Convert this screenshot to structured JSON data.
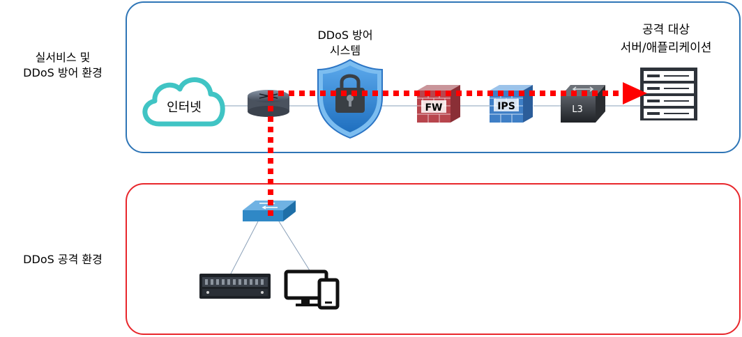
{
  "zones": {
    "real_service_label": [
      "실서비스 및",
      "DDoS 방어 환경"
    ],
    "attack_label": "DDoS 공격 환경"
  },
  "defense_system_label": [
    "DDoS 방어",
    "시스템"
  ],
  "target_label": [
    "공격 대상",
    "서버/애플리케이션"
  ],
  "devices": {
    "internet": "인터넷",
    "firewall": "FW",
    "ips": "IPS",
    "l3_switch": "L3"
  },
  "colors": {
    "service_zone_border": "#2e75b6",
    "attack_zone_border": "#e8262b",
    "attack_path": "#ff0000",
    "cloud": "#40c4c4",
    "shield": "#3b8fd9"
  }
}
